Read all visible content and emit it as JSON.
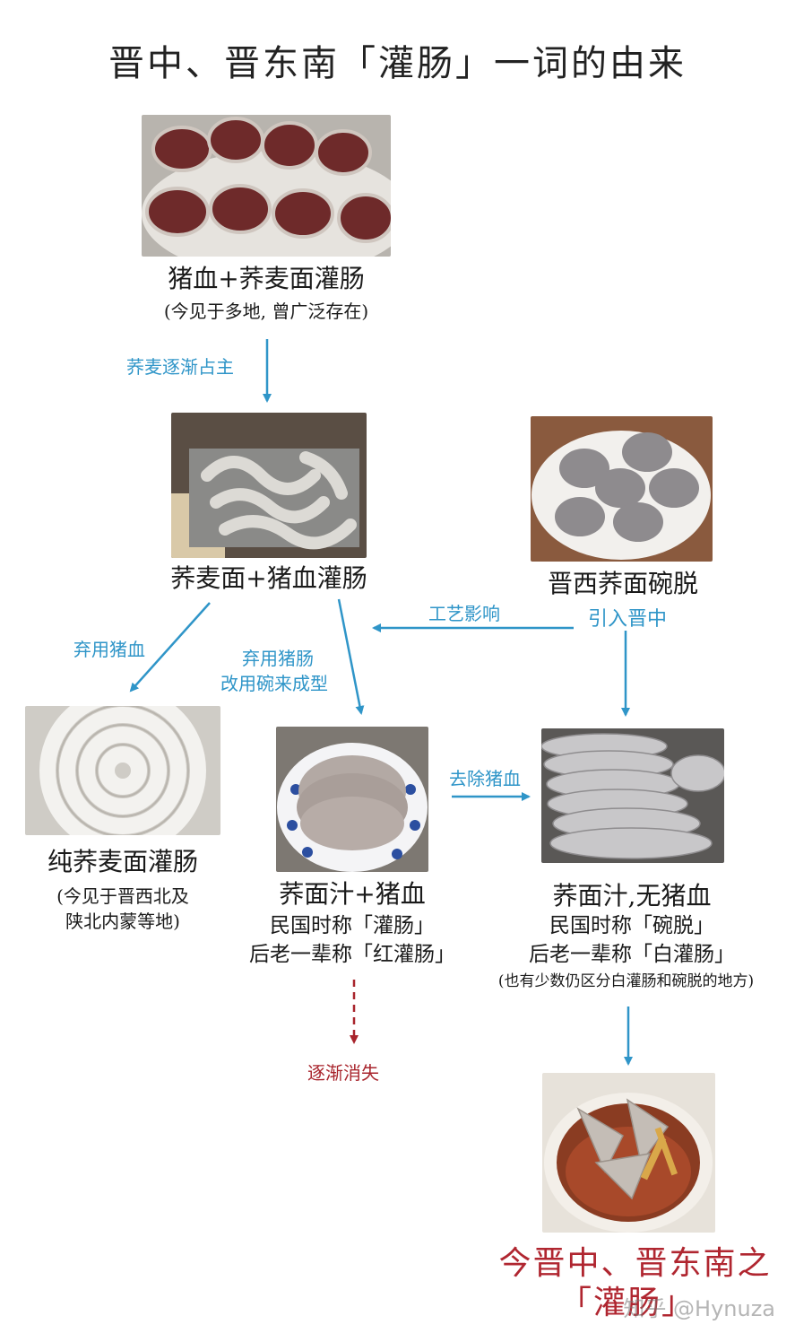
{
  "title": "晋中、晋东南「灌肠」一词的由来",
  "nodes": {
    "blood_sausage": {
      "name": "猪血+荞麦面灌肠",
      "note": "(今见于多地, 曾广泛存在)"
    },
    "buckwheat_blood": {
      "name": "荞麦面+猪血灌肠"
    },
    "wantuo": {
      "name": "晋西荞面碗脱"
    },
    "pure": {
      "name": "纯荞麦面灌肠",
      "note_line1": "(今见于晋西北及",
      "note_line2": "陕北内蒙等地)"
    },
    "juice_blood": {
      "name": "荞面汁+猪血",
      "line1": "民国时称「灌肠」",
      "line2": "后老一辈称「红灌肠」"
    },
    "juice_noblood": {
      "name": "荞面汁,无猪血",
      "line1": "民国时称「碗脱」",
      "line2": "后老一辈称「白灌肠」",
      "note": "(也有少数仍区分白灌肠和碗脱的地方)"
    },
    "final": {
      "line1": "今晋中、晋东南之",
      "line2": "「灌肠」"
    }
  },
  "edges": {
    "buckwheat_dominates": "荞麦逐渐占主",
    "drop_blood": "弃用猪血",
    "drop_casing_line1": "弃用猪肠",
    "drop_casing_line2": "改用碗来成型",
    "craft_influence": "工艺影响",
    "introduced": "引入晋中",
    "remove_blood": "去除猪血",
    "fade_away": "逐渐消失"
  },
  "colors": {
    "arrow": "#2f95c8",
    "fade": "#a8242c",
    "final": "#b02630"
  },
  "watermark": "知乎 @Hynuza"
}
